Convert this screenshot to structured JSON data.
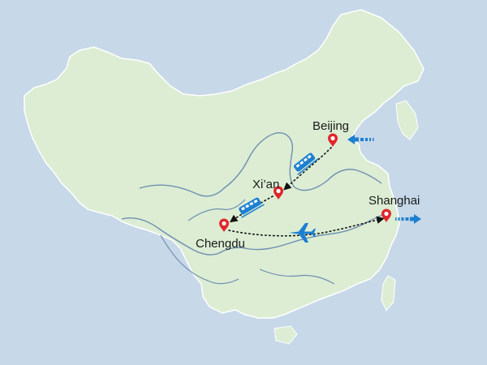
{
  "map": {
    "colors": {
      "sea": "#c7d8e8",
      "land": "#dcedd4",
      "border": "#ffffff",
      "rivers": "#6f8fb0",
      "route": "#111111",
      "pin": "#e0262b",
      "arrow": "#1d7fd1",
      "vehicle": "#1d7fd1",
      "label": "#1a1a1a"
    },
    "cities": [
      {
        "id": "beijing",
        "name": "Beijing"
      },
      {
        "id": "xian",
        "name": "Xi’an"
      },
      {
        "id": "chengdu",
        "name": "Chengdu"
      },
      {
        "id": "shanghai",
        "name": "Shanghai"
      }
    ],
    "route": [
      {
        "from": "Beijing",
        "to": "Xi’an",
        "mode": "train-icon"
      },
      {
        "from": "Xi’an",
        "to": "Chengdu",
        "mode": "train-icon"
      },
      {
        "from": "Chengdu",
        "to": "Shanghai",
        "mode": "airplane-icon"
      }
    ],
    "entry": {
      "city": "Beijing",
      "icon": "arrival-arrow-icon"
    },
    "exit": {
      "city": "Shanghai",
      "icon": "departure-arrow-icon"
    }
  }
}
